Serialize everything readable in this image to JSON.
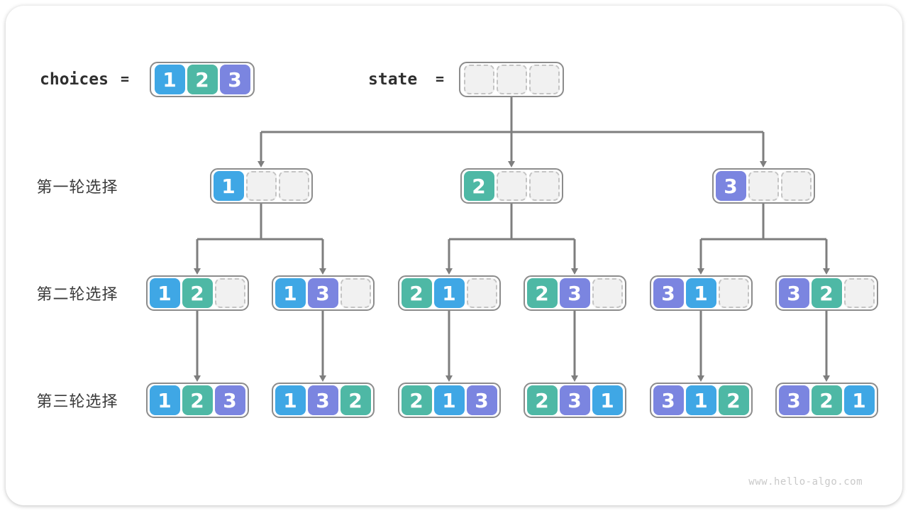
{
  "header": {
    "choices_label": "choices",
    "choices_equals": "=",
    "choices_cells": [
      "1",
      "2",
      "3"
    ],
    "state_label": "state",
    "state_equals": "=",
    "state_cells": [
      "",
      "",
      ""
    ]
  },
  "rows": [
    {
      "label": "第一轮选择",
      "boxes": [
        [
          "1",
          "",
          ""
        ],
        [
          "2",
          "",
          ""
        ],
        [
          "3",
          "",
          ""
        ]
      ]
    },
    {
      "label": "第二轮选择",
      "boxes": [
        [
          "1",
          "2",
          ""
        ],
        [
          "1",
          "3",
          ""
        ],
        [
          "2",
          "1",
          ""
        ],
        [
          "2",
          "3",
          ""
        ],
        [
          "3",
          "1",
          ""
        ],
        [
          "3",
          "2",
          ""
        ]
      ]
    },
    {
      "label": "第三轮选择",
      "boxes": [
        [
          "1",
          "2",
          "3"
        ],
        [
          "1",
          "3",
          "2"
        ],
        [
          "2",
          "1",
          "3"
        ],
        [
          "2",
          "3",
          "1"
        ],
        [
          "3",
          "1",
          "2"
        ],
        [
          "3",
          "2",
          "1"
        ]
      ]
    }
  ],
  "footer": {
    "watermark": "www.hello-algo.com"
  },
  "colors": {
    "cell_1": "#3FA7E5",
    "cell_2": "#4EB8A5",
    "cell_3": "#7B85E0",
    "empty_cell_fill": "#F1F1F1",
    "empty_cell_border": "#C4C4C4",
    "box_border": "#8C8C8C",
    "connector": "#7E7E7E"
  }
}
